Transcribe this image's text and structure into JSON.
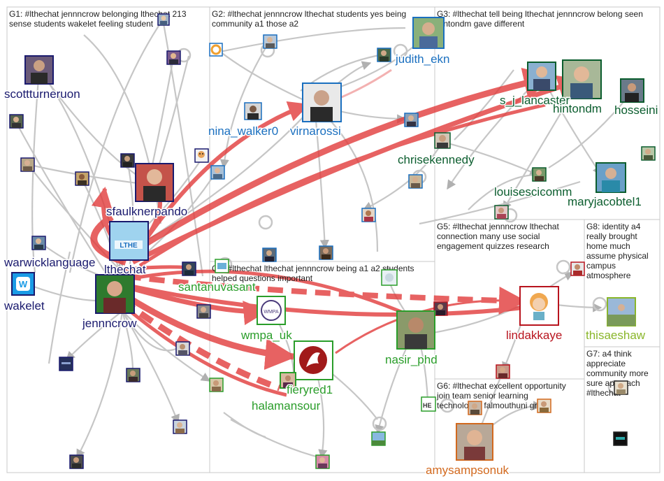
{
  "groups": [
    {
      "id": "g1",
      "title_lines": [
        "G1: #lthechat jennncrow belonging lthechat 213",
        "sense students wakelet feeling student"
      ]
    },
    {
      "id": "g2",
      "title_lines": [
        "G2: #lthechat jennncrow lthechat students yes being",
        "community a1 those a2"
      ]
    },
    {
      "id": "g3",
      "title_lines": [
        "G3: #lthechat tell being lthechat jennncrow belong seen",
        "hintondm gave different"
      ]
    },
    {
      "id": "g4",
      "title_lines": [
        "G4: #lthechat lthechat jennncrow being a1 a2 students",
        "helped questions important"
      ]
    },
    {
      "id": "g5",
      "title_lines": [
        "G5: #lthechat jennncrow lthechat",
        "connection many use social",
        "engagement quizzes research"
      ]
    },
    {
      "id": "g6",
      "title_lines": [
        "G6: #lthechat excellent opportunity",
        "join team senior learning",
        "technologist falmouthuni great"
      ]
    },
    {
      "id": "g7",
      "title_lines": [
        "G7: a4 think",
        "appreciate",
        "community more",
        "sure approach",
        "#lthechat"
      ]
    },
    {
      "id": "g8",
      "title_lines": [
        "G8: identity a4",
        "really brought",
        "home much",
        "assume physical",
        "campus",
        "atmosphere"
      ]
    }
  ],
  "labels": [
    {
      "id": "scottturneruon",
      "text": "scottturneruon",
      "color": "#1a1a6e"
    },
    {
      "id": "sfaulknerpando",
      "text": "sfaulknerpando",
      "color": "#1a1a6e"
    },
    {
      "id": "warwicklanguage",
      "text": "warwicklanguage",
      "color": "#1a1a6e"
    },
    {
      "id": "lthechat",
      "text": "lthechat",
      "color": "#1a1a6e"
    },
    {
      "id": "wakelet",
      "text": "wakelet",
      "color": "#1a1a6e"
    },
    {
      "id": "jennncrow",
      "text": "jennncrow",
      "color": "#1a1a6e"
    },
    {
      "id": "nina_walker0",
      "text": "nina_walker0",
      "color": "#1a6fbf"
    },
    {
      "id": "virnarossi",
      "text": "virnarossi",
      "color": "#1a6fbf"
    },
    {
      "id": "judith_ekn",
      "text": "judith_ekn",
      "color": "#1a6fbf"
    },
    {
      "id": "s_j_lancaster",
      "text": "s_j_lancaster",
      "color": "#0b5d2e"
    },
    {
      "id": "hintondm",
      "text": "hintondm",
      "color": "#0b5d2e"
    },
    {
      "id": "hosseini",
      "text": "hosseini",
      "color": "#0b5d2e"
    },
    {
      "id": "chrisekennedy",
      "text": "chrisekennedy",
      "color": "#0b5d2e"
    },
    {
      "id": "louisescicomm",
      "text": "louisescicomm",
      "color": "#0b5d2e"
    },
    {
      "id": "maryjacobtel1",
      "text": "maryjacobtel1",
      "color": "#0b5d2e"
    },
    {
      "id": "santanuvasant",
      "text": "santanuvasant",
      "color": "#2a9d2a"
    },
    {
      "id": "wmpa_uk",
      "text": "wmpa_uk",
      "color": "#2a9d2a"
    },
    {
      "id": "nasir_phd",
      "text": "nasir_phd",
      "color": "#2a9d2a"
    },
    {
      "id": "fieryred1",
      "text": "fieryred1",
      "color": "#2a9d2a"
    },
    {
      "id": "halamansour",
      "text": "halamansour",
      "color": "#2a9d2a"
    },
    {
      "id": "lindakkaye",
      "text": "lindakkaye",
      "color": "#b8141e"
    },
    {
      "id": "thisaeshaw",
      "text": "thisaeshaw",
      "color": "#8ab62a"
    },
    {
      "id": "amysampsonuk",
      "text": "amysampsonuk",
      "color": "#d2691e"
    }
  ],
  "colors": {
    "g1": "#1a1a6e",
    "g2": "#1a6fbf",
    "g3": "#0b5d2e",
    "g4": "#2a9d2a",
    "g5": "#b8141e",
    "g6": "#d2691e",
    "g7": "#222222",
    "g8": "#8ab62a",
    "edge_gray": "#bdbdbd",
    "edge_red": "#e23b3b"
  },
  "icons": {
    "wakelet": "wakelet-logo-icon",
    "lthechat": "lthechat-logo-icon",
    "fieryred1": "phoenix-logo-icon",
    "wmpa_uk": "wmpa-badge-icon",
    "lindakkaye": "cartoon-avatar-icon",
    "avatar": "profile-photo-icon"
  }
}
